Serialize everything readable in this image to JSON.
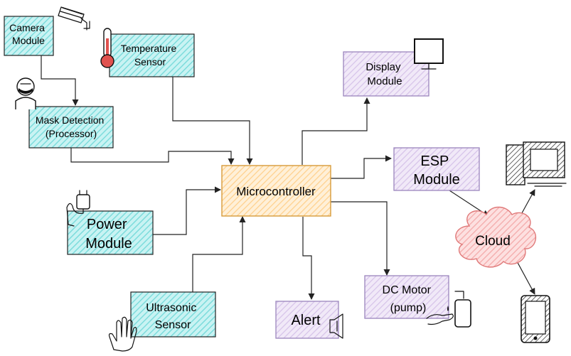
{
  "colors": {
    "cyan_fill": "#8ee6e6",
    "cyan_stroke": "#222222",
    "purple_fill": "#d8c6ea",
    "purple_stroke": "#9b86bd",
    "orange_fill": "#ffd49a",
    "orange_stroke": "#d79b3a",
    "cloud_fill": "#f8c4c4",
    "cloud_stroke": "#e07a7a"
  },
  "nodes": {
    "camera": [
      "Camera",
      "Module"
    ],
    "temperature": [
      "Temperature",
      "Sensor"
    ],
    "mask": [
      "Mask Detection",
      "(Processor)"
    ],
    "power": [
      "Power",
      "Module"
    ],
    "ultrasonic": [
      "Ultrasonic",
      "Sensor"
    ],
    "micro": [
      "Microcontroller"
    ],
    "display": [
      "Display",
      "Module"
    ],
    "esp": [
      "ESP",
      "Module"
    ],
    "cloud": [
      "Cloud"
    ],
    "alert": [
      "Alert"
    ],
    "motor": [
      "DC Motor",
      "(pump)"
    ]
  },
  "icons": [
    "cctv-camera-icon",
    "thermometer-icon",
    "masked-person-icon",
    "power-plug-icon",
    "hand-icon",
    "monitor-icon",
    "desktop-computer-icon",
    "smartphone-icon",
    "speaker-icon",
    "soap-dispenser-icon"
  ]
}
